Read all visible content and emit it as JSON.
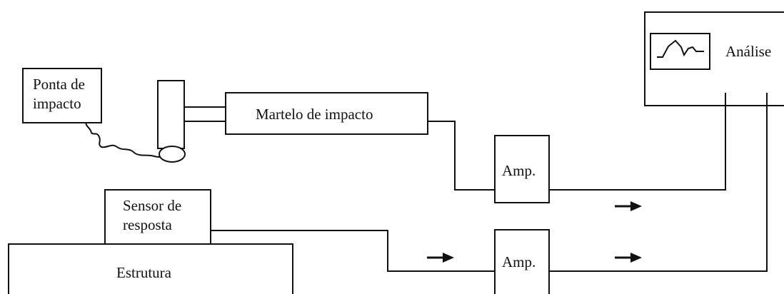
{
  "labels": {
    "ponta_de_impacto": [
      "Ponta de",
      "impacto"
    ],
    "martelo_de_impacto": "Martelo de impacto",
    "analise": "Análise",
    "amp_top": "Amp.",
    "amp_bottom": "Amp.",
    "sensor_de_resposta": [
      "Sensor de",
      "resposta"
    ],
    "estrutura": "Estrutura"
  },
  "icons": {
    "analyzer_display": "waveform-icon",
    "signal_arrow": "arrow-right-icon"
  },
  "colors": {
    "ink": "#111111",
    "background": "#ffffff"
  }
}
